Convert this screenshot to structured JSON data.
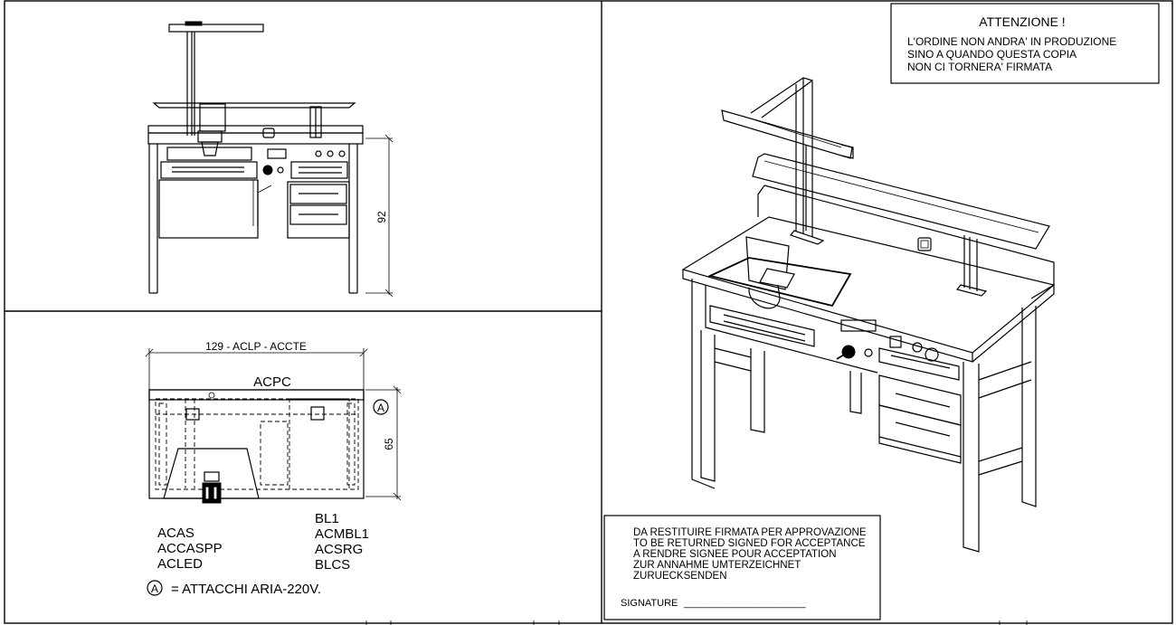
{
  "front_view": {
    "height_dimension": "92"
  },
  "top_view": {
    "width_dimension": "129 - ACLP - ACCTE",
    "depth_dimension": "65",
    "center_label": "ACPC",
    "marker_letter": "A",
    "codes_left": [
      "ACAS",
      "ACCASPP",
      "ACLED"
    ],
    "codes_right": [
      "BL1",
      "ACMBL1",
      "ACSRG",
      "BLCS"
    ],
    "legend_text": "= ATTACCHI ARIA-220V."
  },
  "warning_box": {
    "title": "ATTENZIONE !",
    "lines": [
      "L'ORDINE NON ANDRA' IN PRODUZIONE",
      "SINO A QUANDO QUESTA COPIA",
      "NON CI TORNERA' FIRMATA"
    ]
  },
  "signature_box": {
    "lines": [
      "DA RESTITUIRE FIRMATA PER APPROVAZIONE",
      "TO BE RETURNED SIGNED FOR ACCEPTANCE",
      "A RENDRE SIGNEE POUR ACCEPTATION",
      "ZUR ANNAHME UMTERZEICHNET",
      "ZURUECKSENDEN"
    ],
    "signature_label": "SIGNATURE",
    "signature_line": "______________________"
  }
}
